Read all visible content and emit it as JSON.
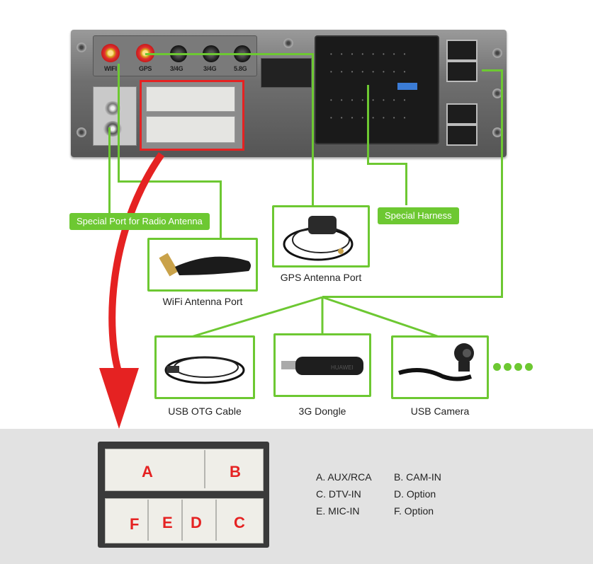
{
  "unit": {
    "antenna_labels": [
      "GPS",
      "3/4G",
      "3/4G",
      "5.8G"
    ],
    "connector_label": "WIFI"
  },
  "callouts": {
    "radio_antenna": "Special Port for Radio Antenna",
    "special_harness": "Special Harness"
  },
  "items": {
    "wifi": "WiFi Antenna Port",
    "gps": "GPS Antenna Port",
    "usb_otg": "USB OTG Cable",
    "dongle": "3G Dongle",
    "camera": "USB Camera"
  },
  "connector_letters": [
    "A",
    "B",
    "F",
    "E",
    "D",
    "C"
  ],
  "legend": [
    [
      "A. AUX/RCA",
      "B. CAM-IN"
    ],
    [
      "C. DTV-IN",
      "D. Option"
    ],
    [
      "E. MIC-IN",
      "F. Option"
    ]
  ],
  "colors": {
    "green": "#6dc832",
    "red": "#e52222"
  }
}
